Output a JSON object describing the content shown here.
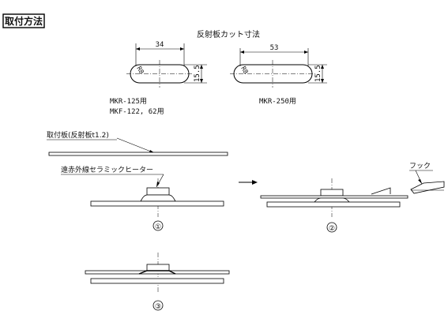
{
  "title": "取付方法",
  "cutout_title": "反射板カット寸法",
  "slot_left": {
    "width": "34",
    "height": "15.5",
    "radius": "R8",
    "models": [
      "MKR-125用",
      "MKF-122, 62用"
    ]
  },
  "slot_right": {
    "width": "53",
    "height": "15.5",
    "radius": "R8",
    "models": [
      "MKR-250用"
    ]
  },
  "labels": {
    "mount_plate": "取付板(反射板t1.2)",
    "heater": "遠赤外線セラミックヒーター",
    "hook": "フック"
  },
  "steps": [
    "①",
    "②",
    "③"
  ]
}
